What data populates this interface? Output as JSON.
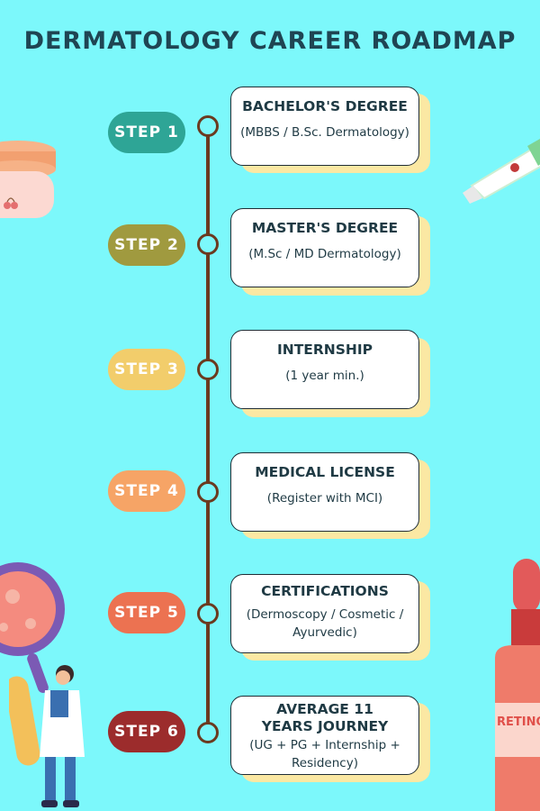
{
  "title": "DERMATOLOGY CAREER ROADMAP",
  "steps": [
    {
      "label": "STEP 1",
      "heading": "BACHELOR'S DEGREE",
      "detail": "(MBBS / B.Sc. Dermatology)",
      "color": "#2ea596"
    },
    {
      "label": "STEP 2",
      "heading": "MASTER'S DEGREE",
      "detail": "(M.Sc / MD Dermatology)",
      "color": "#a09a3f"
    },
    {
      "label": "STEP 3",
      "heading": "INTERNSHIP",
      "detail": "(1 year min.)",
      "color": "#f2cd6b"
    },
    {
      "label": "STEP 4",
      "heading": "MEDICAL LICENSE",
      "detail": "(Register with MCI)",
      "color": "#f6a466"
    },
    {
      "label": "STEP 5",
      "heading": "CERTIFICATIONS",
      "detail": "(Dermoscopy / Cosmetic / Ayurvedic)",
      "color": "#ec7251"
    },
    {
      "label": "STEP 6",
      "heading": "AVERAGE 11 YEARS JOURNEY",
      "detail": "(UG + PG + Internship + Residency)",
      "color": "#9c2c2c"
    }
  ],
  "serum_label": "RETINOL SERUM"
}
